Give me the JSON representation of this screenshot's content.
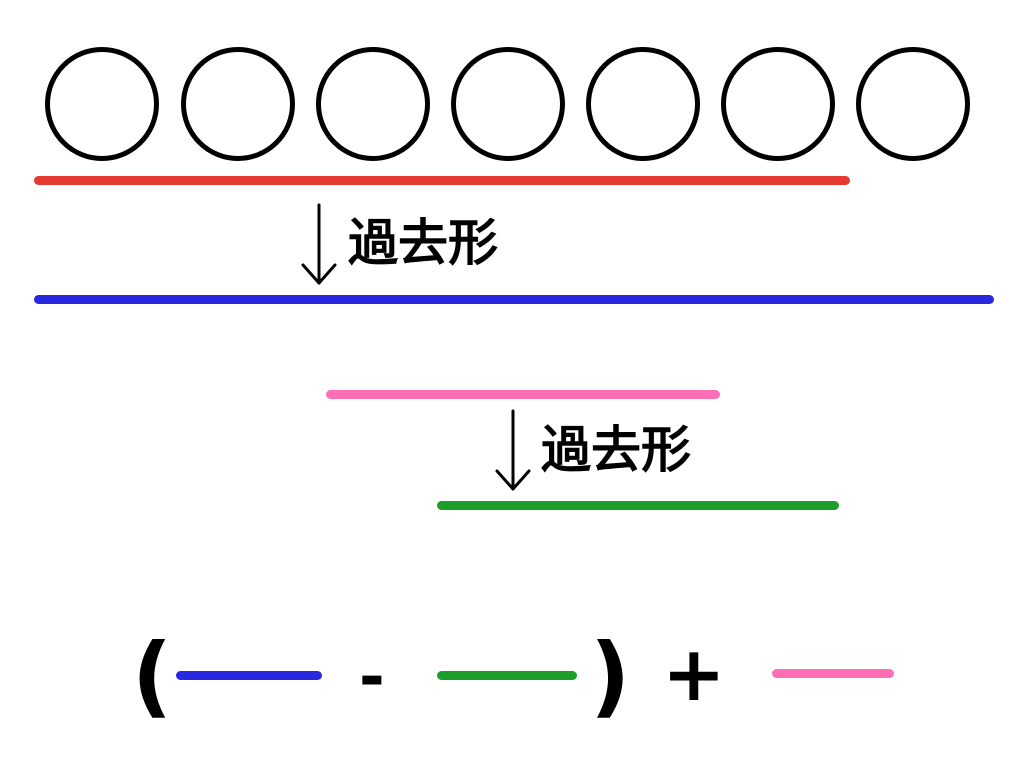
{
  "colors": {
    "red": "#e53a30",
    "blue": "#2a27e0",
    "pink": "#ff6fb6",
    "green": "#1d9e2b",
    "black": "#000000"
  },
  "circles_count": 7,
  "step1": {
    "arrow_icon": "down-arrow-icon",
    "label": "過去形"
  },
  "step2": {
    "arrow_icon": "down-arrow-icon",
    "label": "過去形"
  },
  "formula": {
    "open_paren": "(",
    "minus": "-",
    "close_paren": ")",
    "plus": "+"
  }
}
